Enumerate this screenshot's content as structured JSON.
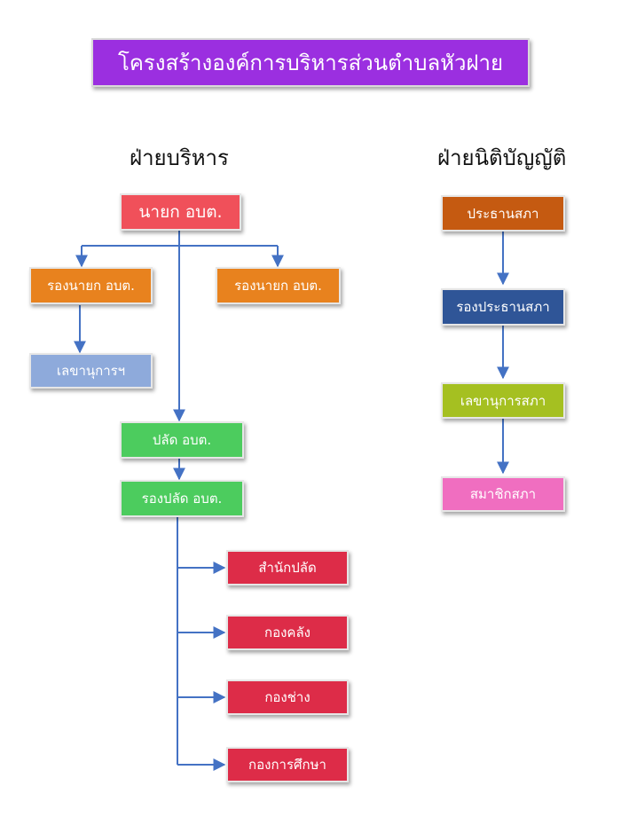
{
  "title": "โครงสร้างองค์การบริหารส่วนตำบลหัวฝาย",
  "executive": {
    "heading": "ฝ่ายบริหาร",
    "head": {
      "label": "นายก อบต.",
      "color": "#f0505a"
    },
    "deputies": [
      {
        "label": "รองนายก อบต.",
        "color": "#e8821e"
      },
      {
        "label": "รองนายก อบต.",
        "color": "#e8821e"
      }
    ],
    "secretary": {
      "label": "เลขานุการฯ",
      "color": "#8eaadb"
    },
    "chief": {
      "label": "ปลัด อบต.",
      "color": "#4ccc5e"
    },
    "deputy_chief": {
      "label": "รองปลัด อบต.",
      "color": "#4ccc5e"
    },
    "departments": [
      {
        "label": "สำนักปลัด",
        "color": "#dd2c48"
      },
      {
        "label": "กองคลัง",
        "color": "#dd2c48"
      },
      {
        "label": "กองช่าง",
        "color": "#dd2c48"
      },
      {
        "label": "กองการศึกษา",
        "color": "#dd2c48"
      }
    ]
  },
  "legislative": {
    "heading": "ฝ่ายนิติบัญญัติ",
    "members": [
      {
        "label": "ประธานสภา",
        "color": "#c55a11"
      },
      {
        "label": "รองประธานสภา",
        "color": "#2f5597"
      },
      {
        "label": "เลขานุการสภา",
        "color": "#a5c021"
      },
      {
        "label": "สมาชิกสภา",
        "color": "#f06ec0"
      }
    ]
  },
  "colors": {
    "title_bg": "#9b2fe0",
    "connector": "#4472c4"
  }
}
